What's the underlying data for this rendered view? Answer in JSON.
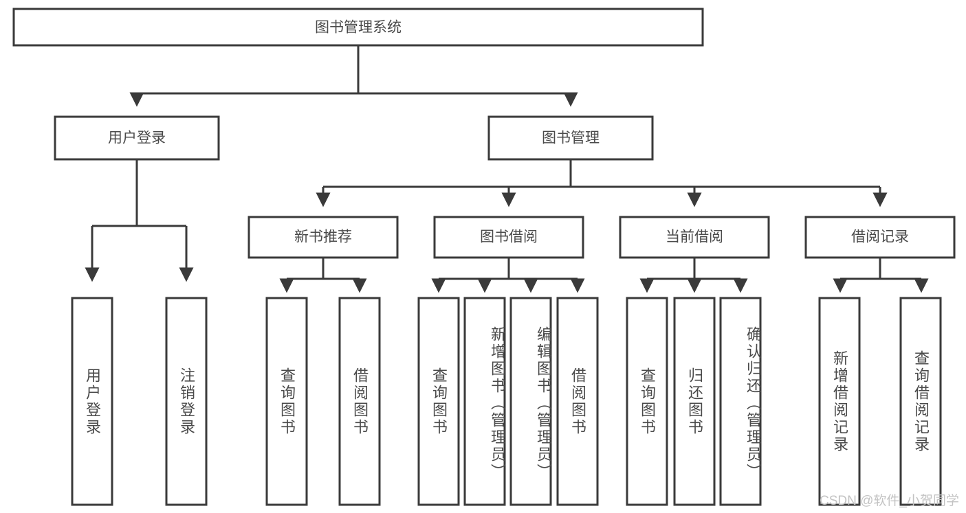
{
  "diagram": {
    "title_node": {
      "label": "图书管理系统"
    },
    "level2": [
      {
        "label": "用户登录"
      },
      {
        "label": "图书管理"
      }
    ],
    "level3": [
      {
        "label": "新书推荐"
      },
      {
        "label": "图书借阅"
      },
      {
        "label": "当前借阅"
      },
      {
        "label": "借阅记录"
      }
    ],
    "leaves": {
      "user_login": [
        {
          "label": "用户登录"
        },
        {
          "label": "注销登录"
        }
      ],
      "new_book_recommend": [
        {
          "label": "查询图书"
        },
        {
          "label": "借阅图书"
        }
      ],
      "book_borrow": [
        {
          "label": "查询图书"
        },
        {
          "label": "新增图书（管理员）"
        },
        {
          "label": "编辑图书（管理员）"
        },
        {
          "label": "借阅图书"
        }
      ],
      "current_borrow": [
        {
          "label": "查询图书"
        },
        {
          "label": "归还图书"
        },
        {
          "label": "确认归还（管理员）"
        }
      ],
      "borrow_record": [
        {
          "label": "新增借阅记录"
        },
        {
          "label": "查询借阅记录"
        }
      ]
    },
    "watermark": {
      "text": "CSDN @软件_小贺同学"
    },
    "colors": {
      "stroke": "#3a3a3a",
      "text": "#4a4a4a",
      "background": "#ffffff",
      "watermark": "#c3c3c3"
    }
  }
}
